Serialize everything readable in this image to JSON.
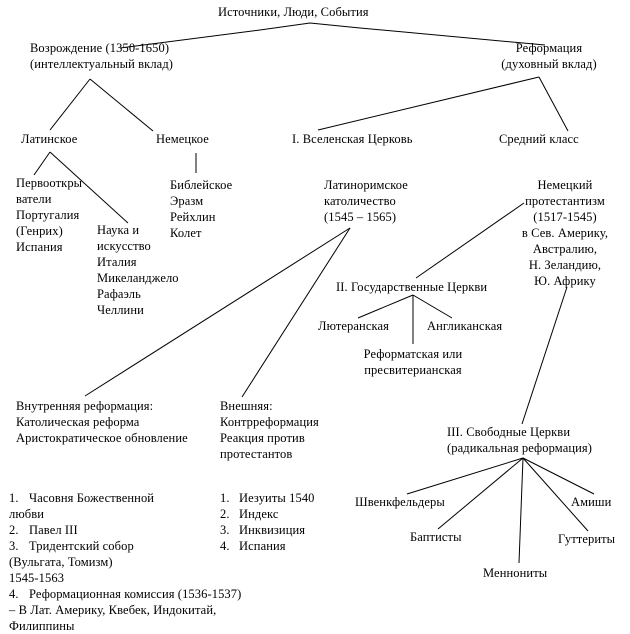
{
  "diagram": {
    "root": "Источники, Люди, События",
    "renaissance": {
      "title": "Возрождение (1350-1650)",
      "subtitle": "(интеллектуальный вклад)",
      "latin": {
        "label": "Латинское",
        "explorers": [
          "Первооткры",
          "ватели",
          "Португалия",
          "(Генрих)",
          "Испания"
        ],
        "science": [
          "Наука и",
          "искусство",
          "Италия",
          "Микеланджело",
          "Рафаэль",
          "Челлини"
        ]
      },
      "german": {
        "label": "Немецкое",
        "items": [
          "Библейское",
          "Эразм",
          "Рейхлин",
          "Колет"
        ]
      }
    },
    "reformation": {
      "title": "Реформация",
      "subtitle": "(духовный вклад)",
      "universal_church": "I. Вселенская Церковь",
      "middle_class": "Средний класс",
      "latin_catholicism": [
        "Латинoримское",
        "католичество",
        "(1545 – 1565)"
      ],
      "german_protestantism": [
        "Немецкий",
        "протестантизм",
        "(1517-1545)",
        "в Сев. Америку,",
        "Австралию,",
        "Н. Зеландию,",
        "Ю. Африку"
      ],
      "state_churches": {
        "title": "II. Государственные Церкви",
        "lutheran": "Лютеранская",
        "anglican": "Англиканская",
        "reformed": [
          "Реформатская или",
          "пресвитерианская"
        ]
      },
      "internal": [
        "Внутренняя реформация:",
        "Католическая реформа",
        "Аристократическое обновление"
      ],
      "external": [
        "Внешняя:",
        "Контрреформация",
        "Реакция против",
        "протестантов"
      ],
      "internal_list": [
        {
          "num": "1.",
          "lines": [
            "Часовня Божественной"
          ],
          "cont": [
            "любви"
          ]
        },
        {
          "num": "2.",
          "lines": [
            "Павел III"
          ],
          "cont": []
        },
        {
          "num": "3.",
          "lines": [
            "Тридентский собор"
          ],
          "cont": [
            "(Вульгата, Томизм)",
            "1545-1563"
          ]
        },
        {
          "num": "4.",
          "lines": [
            "Реформационная комиссия (1536-1537)"
          ],
          "cont": [
            "– В Лат. Америку, Квебек, Индокитай,",
            "Филиппины"
          ]
        }
      ],
      "external_list": [
        {
          "num": "1.",
          "text": "Иезуиты 1540"
        },
        {
          "num": "2.",
          "text": "Индекс"
        },
        {
          "num": "3.",
          "text": "Инквизиция"
        },
        {
          "num": "4.",
          "text": "Испания"
        }
      ],
      "free_churches": {
        "title": "III. Свободные Церкви",
        "subtitle": "(радикальная реформация)",
        "groups": [
          "Швенкфельдеры",
          "Баптисты",
          "Меннониты",
          "Гуттериты",
          "Амиши"
        ]
      }
    }
  }
}
